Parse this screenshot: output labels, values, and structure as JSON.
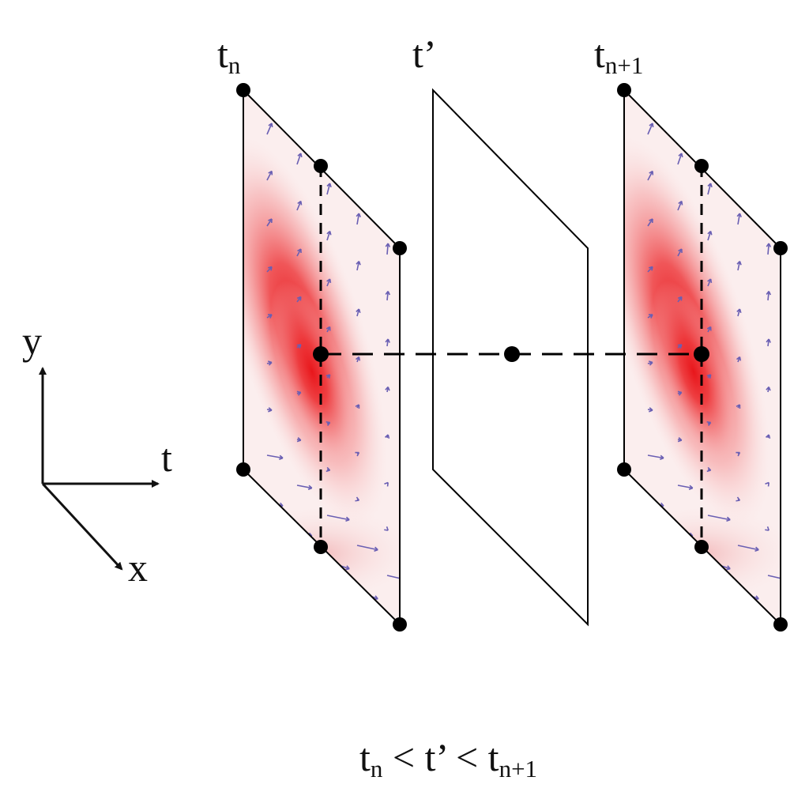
{
  "diagram": {
    "slice_labels": {
      "left": {
        "main": "t",
        "sub": "n"
      },
      "middle": {
        "main": "t’"
      },
      "right": {
        "main": "t",
        "sub": "n+1"
      }
    },
    "axes": {
      "y": "y",
      "t": "t",
      "x": "x"
    },
    "caption": {
      "t1": "t",
      "s1": "n",
      "rel1": " < ",
      "t2": "t’",
      "rel2": " < ",
      "t3": "t",
      "s3": "n+1"
    },
    "colors": {
      "field_peak": "#e8161b",
      "field_light": "#f7d3d4",
      "vectors": "#6a5fb3",
      "stroke": "#000000"
    }
  }
}
